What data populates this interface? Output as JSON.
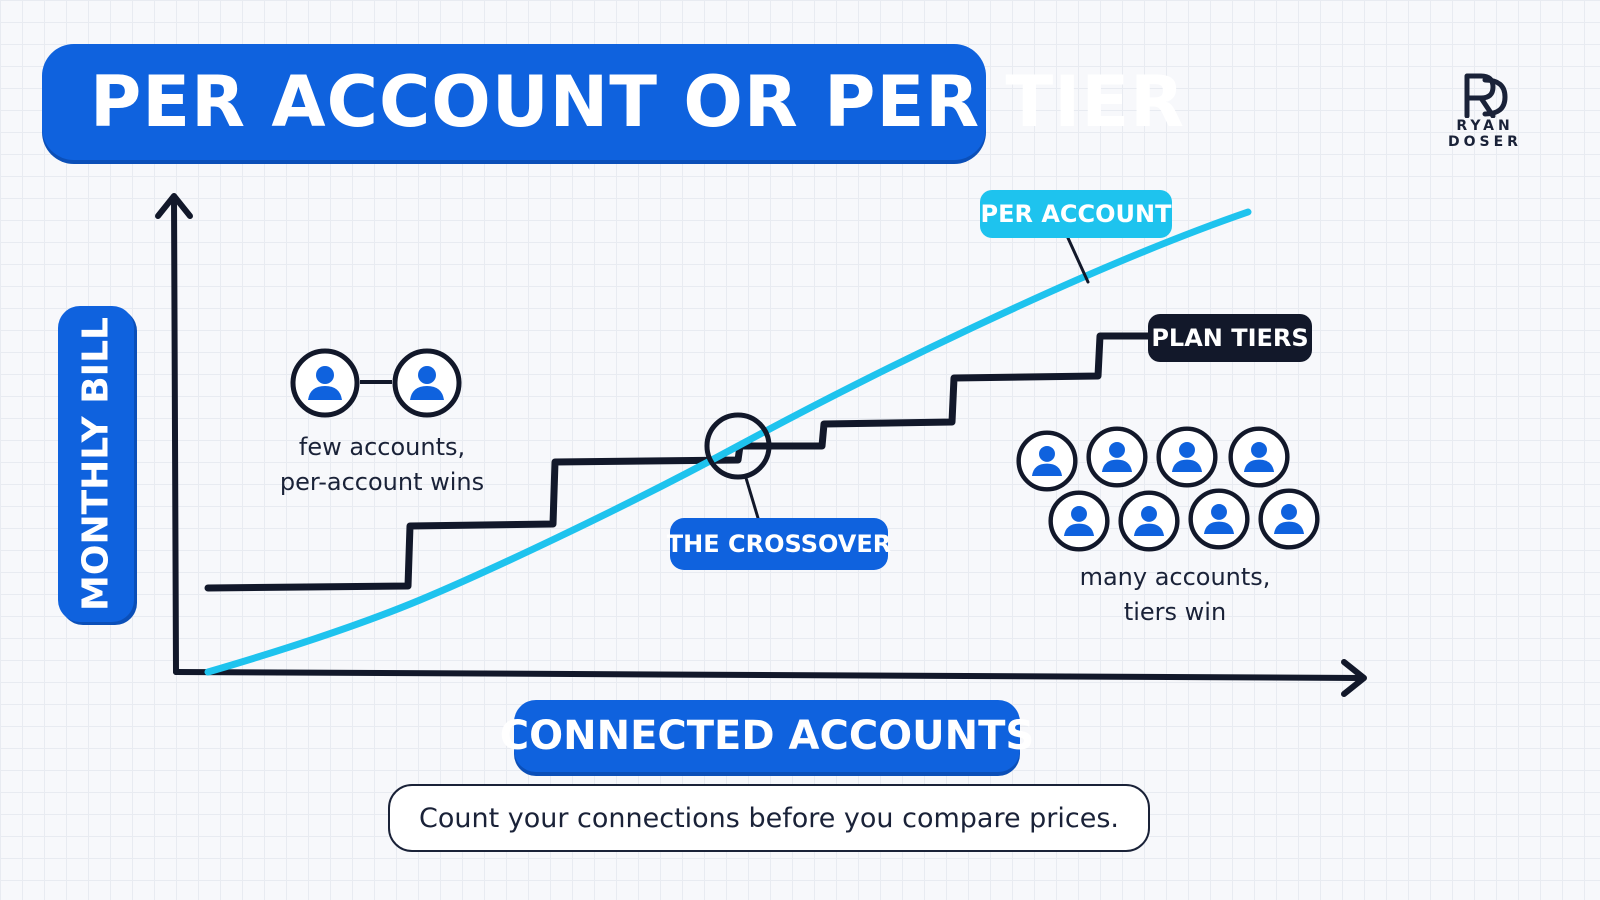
{
  "title": "PER ACCOUNT OR PER TIER",
  "logo": {
    "line1": "RYAN",
    "line2": "DOSER",
    "monogram": "RD"
  },
  "axes": {
    "y_label": "MONTHLY BILL",
    "x_label": "CONNECTED ACCOUNTS"
  },
  "labels": {
    "per_account": "PER ACCOUNT",
    "plan_tiers": "PLAN TIERS",
    "crossover": "THE CROSSOVER"
  },
  "notes": {
    "few_line1": "few accounts,",
    "few_line2": "per-account wins",
    "many_line1": "many accounts,",
    "many_line2": "tiers win"
  },
  "caption": "Count your connections before you compare prices.",
  "icons": {
    "person": "person-icon",
    "crossover": "crossover-circle-icon"
  },
  "colors": {
    "brand_blue": "#0f62de",
    "per_account_line": "#1ec3ee",
    "tier_line": "#12182a",
    "ink": "#1a2238"
  }
}
